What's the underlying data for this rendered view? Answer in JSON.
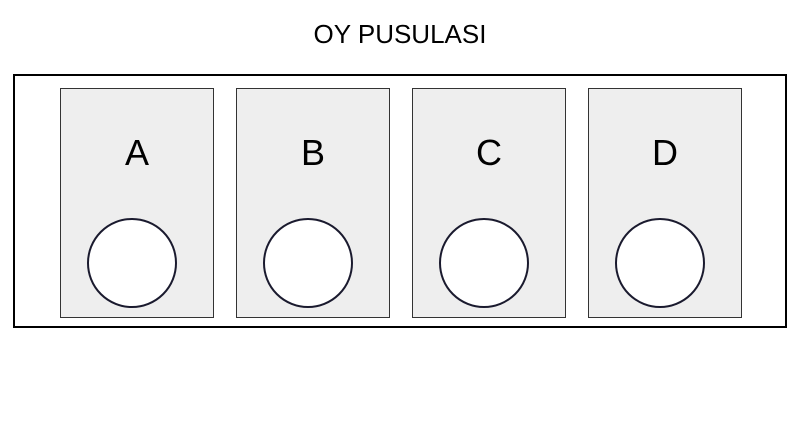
{
  "ballot": {
    "title": "OY PUSULASI",
    "options": [
      {
        "letter": "A"
      },
      {
        "letter": "B"
      },
      {
        "letter": "C"
      },
      {
        "letter": "D"
      }
    ]
  },
  "colors": {
    "option_background": "#eeeeee",
    "frame_border": "#000000",
    "circle_fill": "#ffffff",
    "circle_border": "#1a1a2e"
  }
}
